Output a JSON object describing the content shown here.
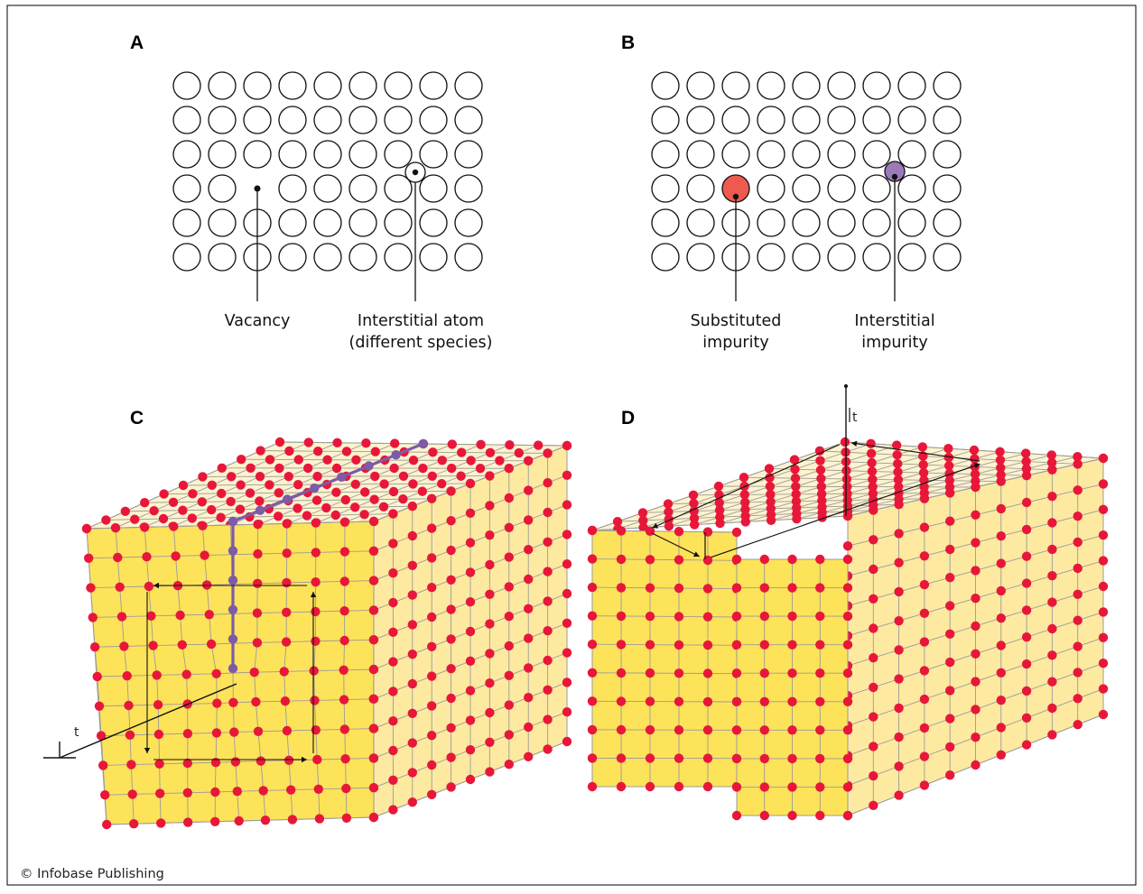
{
  "panels": {
    "a": {
      "letter": "A",
      "labels": {
        "vacancy": "Vacancy",
        "interstitial_l1": "Interstitial atom",
        "interstitial_l2": "(different species)"
      }
    },
    "b": {
      "letter": "B",
      "labels": {
        "substituted_l1": "Substituted",
        "substituted_l2": "impurity",
        "interstitial_l1": "Interstitial",
        "interstitial_l2": "impurity"
      }
    },
    "c": {
      "letter": "C",
      "burgers_label": "t"
    },
    "d": {
      "letter": "D",
      "burgers_label": "t"
    }
  },
  "credit": "© Infobase Publishing",
  "colors": {
    "atom": "#e8173a",
    "atom_dislocation": "#7d5ba6",
    "substituted_impurity": "#ef5a4f",
    "interstitial_impurity": "#9b7ab8",
    "front_face": "#fde35a",
    "side_face": "#fdeaa0",
    "top_face": "#fdf3cf",
    "grid_line": "#9b9b9b",
    "dislocation_line": "#7d5ba6"
  }
}
